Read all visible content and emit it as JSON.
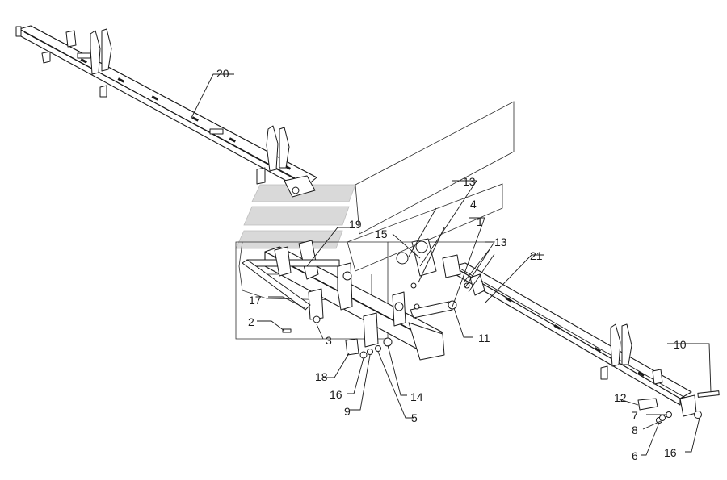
{
  "diagram": {
    "callouts": [
      {
        "id": "c1",
        "text": "1"
      },
      {
        "id": "c2",
        "text": "2"
      },
      {
        "id": "c3",
        "text": "3"
      },
      {
        "id": "c4",
        "text": "4"
      },
      {
        "id": "c5",
        "text": "5"
      },
      {
        "id": "c6",
        "text": "6"
      },
      {
        "id": "c7",
        "text": "7"
      },
      {
        "id": "c8",
        "text": "8"
      },
      {
        "id": "c9",
        "text": "9"
      },
      {
        "id": "c10",
        "text": "10"
      },
      {
        "id": "c11",
        "text": "11"
      },
      {
        "id": "c12",
        "text": "12"
      },
      {
        "id": "c13a",
        "text": "13"
      },
      {
        "id": "c13b",
        "text": "13"
      },
      {
        "id": "c14",
        "text": "14"
      },
      {
        "id": "c15",
        "text": "15"
      },
      {
        "id": "c16a",
        "text": "16"
      },
      {
        "id": "c16b",
        "text": "16"
      },
      {
        "id": "c17",
        "text": "17"
      },
      {
        "id": "c18",
        "text": "18"
      },
      {
        "id": "c19",
        "text": "19"
      },
      {
        "id": "c20",
        "text": "20"
      },
      {
        "id": "c21",
        "text": "21"
      }
    ]
  }
}
